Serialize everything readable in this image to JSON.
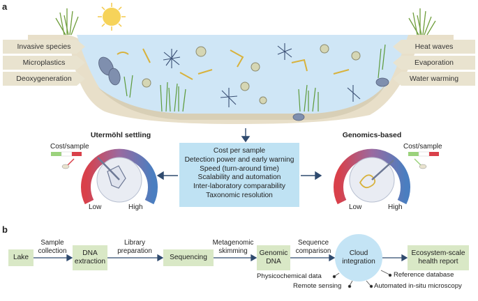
{
  "panel_a": {
    "label": "a",
    "stressors_left": [
      "Invasive species",
      "Microplastics",
      "Deoxygeneration"
    ],
    "stressors_right": [
      "Heat waves",
      "Evaporation",
      "Water warming"
    ],
    "criteria": [
      "Cost per sample",
      "Detection power and early warning",
      "Speed (turn-around time)",
      "Scalability and automation",
      "Inter-laboratory comparability",
      "Taxonomic resolution"
    ],
    "gauge_left": {
      "title": "Utermöhl settling",
      "cost_label": "Cost/sample",
      "low": "Low",
      "high": "High",
      "level": 0.3
    },
    "gauge_right": {
      "title": "Genomics-based",
      "cost_label": "Cost/sample",
      "low": "Low",
      "high": "High",
      "level": 0.75
    },
    "colors": {
      "low": "#d9404a",
      "high": "#4a7ec0",
      "criteria_box": "#bfe2f3",
      "water": "#cfe6f6",
      "sun": "#f6d35a"
    }
  },
  "panel_b": {
    "label": "b",
    "steps": [
      "Lake",
      "DNA extraction",
      "Sequencing",
      "Genomic DNA",
      "Cloud integration",
      "Ecosystem-scale health report"
    ],
    "transitions": [
      "Sample collection",
      "Library preparation",
      "Metagenomic skimming",
      "Sequence comparison"
    ],
    "inputs": [
      "Physicochemical data",
      "Remote sensing",
      "Automated in-situ microscopy",
      "Reference database"
    ],
    "colors": {
      "box": "#d9e8c6",
      "cloud": "#c4e4f5",
      "arrow": "#2f4a6e"
    }
  }
}
